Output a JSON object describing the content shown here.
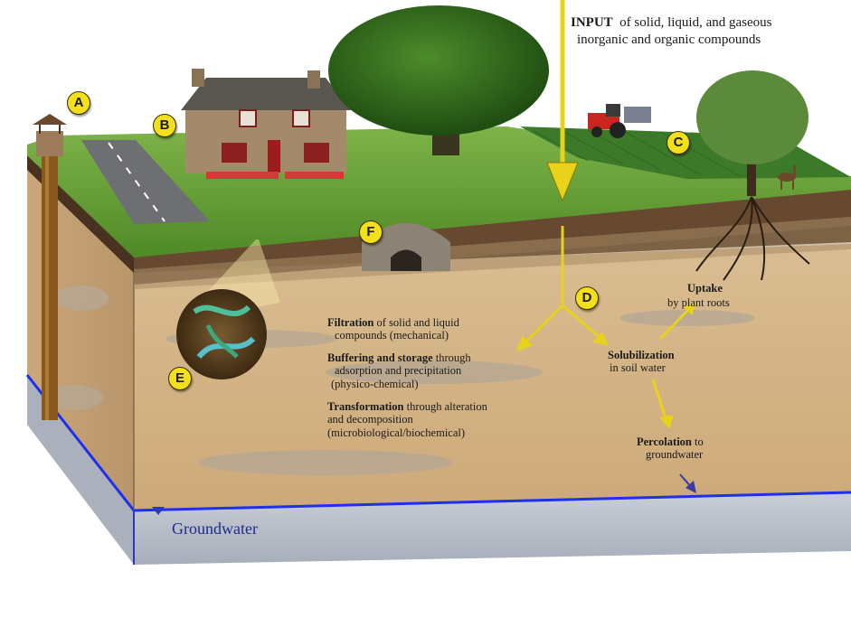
{
  "input": {
    "bold": "INPUT",
    "rest": "of solid, liquid, and gaseous",
    "line2": "inorganic and organic compounds"
  },
  "badges": {
    "a": "A",
    "b": "B",
    "c": "C",
    "d": "D",
    "e": "E",
    "f": "F"
  },
  "processes": {
    "filtration": {
      "bold": "Filtration",
      "rest": " of solid and liquid",
      "line2": "compounds (mechanical)"
    },
    "buffering": {
      "bold": "Buffering and storage",
      "rest": " through",
      "line2": "adsorption and precipitation",
      "line3": "(physico-chemical)"
    },
    "transformation": {
      "bold": "Transformation",
      "rest": " through alteration",
      "line2": "and decomposition",
      "line3": "(microbiological/biochemical)"
    }
  },
  "uptake": {
    "bold": "Uptake",
    "line2": "by plant roots"
  },
  "solubilization": {
    "bold": "Solubilization",
    "line2": "in soil water"
  },
  "percolation": {
    "bold": "Percolation",
    "rest": " to",
    "line2": "groundwater"
  },
  "groundwater_label": "Groundwater",
  "colors": {
    "arrow": "#e8d21a",
    "water_line": "#1e2ff0",
    "groundwater_text": "#1e2a8c",
    "sand": "#d2b48c",
    "grass": "#5f9a2e"
  }
}
